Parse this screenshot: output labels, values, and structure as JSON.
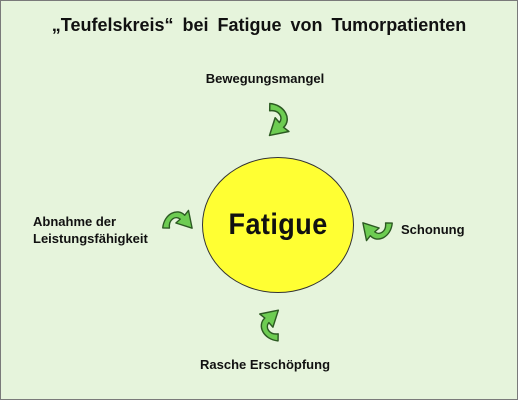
{
  "title": "„Teufelskreis“  bei Fatigue  von Tumorpatienten",
  "center": "Fatigue",
  "nodes": {
    "top": "Bewegungsmangel",
    "right": "Schonung",
    "bottom": "Rasche Erschöpfung",
    "left_line1": "Abnahme der",
    "left_line2": "Leistungsfähigkeit"
  },
  "colors": {
    "background": "#e6f4dc",
    "circle": "#ffff33",
    "arrow": "#6dcc52",
    "arrow_outline": "#2c5a22"
  },
  "icons": [
    "curved-arrow-icon"
  ]
}
